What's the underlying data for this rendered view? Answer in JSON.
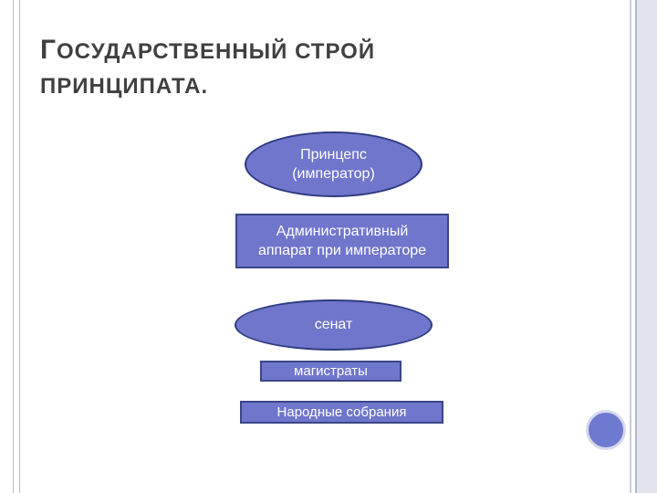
{
  "title": {
    "line1_cap": "Г",
    "line1_rest": "осударственный строй",
    "line2": "принципата."
  },
  "diagram": {
    "princeps": {
      "line1": "Принцепс",
      "line2": "(император)"
    },
    "admin": {
      "line1": "Административный",
      "line2": "аппарат при императоре"
    },
    "senate": "сенат",
    "magistrates": "магистраты",
    "assemblies": "Народные собрания"
  },
  "colors": {
    "shape_fill": "#6f76cc",
    "shape_border": "#2f3b80",
    "title_text": "#404040"
  }
}
